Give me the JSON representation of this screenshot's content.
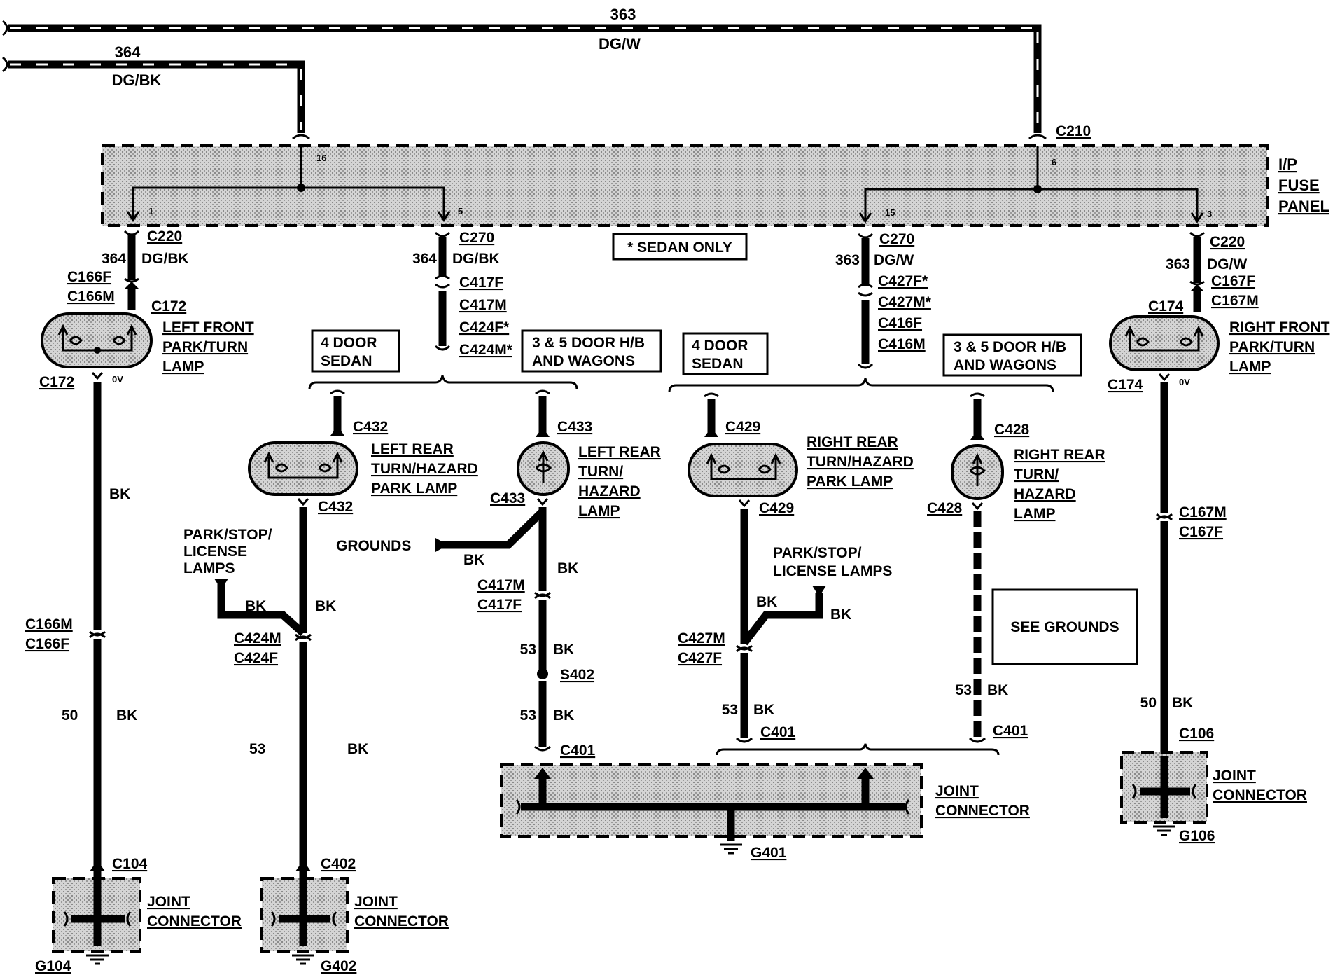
{
  "feed_wires": {
    "w363": {
      "circuit": "363",
      "color": "DG/W"
    },
    "w364": {
      "circuit": "364",
      "color": "DG/BK"
    }
  },
  "fuse_panel": {
    "label_line1": "I/P",
    "label_line2": "FUSE",
    "label_line3": "PANEL",
    "connector_top_right": "C210",
    "pin_16": "16",
    "pin_6": "6",
    "pin_1": "1",
    "pin_5": "5",
    "pin_15": "15",
    "pin_3": "3"
  },
  "note": "* SEDAN ONLY",
  "left_front": {
    "c220": "C220",
    "circuit": "364",
    "color": "DG/BK",
    "c166f": "C166F",
    "c166m": "C166M",
    "c172_top": "C172",
    "lamp_line1": "LEFT FRONT",
    "lamp_line2": "PARK/TURN",
    "lamp_line3": "LAMP",
    "c172_bottom": "C172",
    "zero_v": "0V",
    "bk1": "BK",
    "c166m_low": "C166M",
    "c166f_low": "C166F",
    "circuit_50": "50",
    "bk2": "BK",
    "c104": "C104",
    "jc_line1": "JOINT",
    "jc_line2": "CONNECTOR",
    "ground": "G104"
  },
  "left_rear_branch": {
    "c270": "C270",
    "circuit": "364",
    "color": "DG/BK",
    "c417f": "C417F",
    "c417m": "C417M",
    "c424f": "C424F*",
    "c424m": "C424M*",
    "sedan_box_line1": "4 DOOR",
    "sedan_box_line2": "SEDAN",
    "wagon_box_line1": "3 & 5 DOOR H/B",
    "wagon_box_line2": "AND WAGONS"
  },
  "left_rear_sedan": {
    "c432_top": "C432",
    "lamp_line1": "LEFT REAR",
    "lamp_line2": "TURN/HAZARD",
    "lamp_line3": "PARK LAMP",
    "c432_bottom": "C432",
    "pstl_line1": "PARK/STOP/",
    "pstl_line2": "LICENSE",
    "pstl_line3": "LAMPS",
    "bk_a": "BK",
    "bk_b": "BK",
    "c424m": "C424M",
    "c424f": "C424F",
    "circuit_53": "53",
    "bk_c": "BK",
    "c402": "C402",
    "jc_line1": "JOINT",
    "jc_line2": "CONNECTOR",
    "ground": "G402"
  },
  "left_rear_wagon": {
    "c433_top": "C433",
    "lamp_line1": "LEFT REAR",
    "lamp_line2": "TURN/",
    "lamp_line3": "HAZARD",
    "lamp_line4": "LAMP",
    "c433_bottom": "C433",
    "grounds": "GROUNDS",
    "bk_a": "BK",
    "bk_b": "BK",
    "c417m": "C417M",
    "c417f": "C417F",
    "circuit_53a": "53",
    "bk_c": "BK",
    "s402": "S402",
    "circuit_53b": "53",
    "bk_d": "BK",
    "c401": "C401"
  },
  "center_joint": {
    "jc_line1": "JOINT",
    "jc_line2": "CONNECTOR",
    "ground": "G401"
  },
  "right_rear_branch": {
    "c270": "C270",
    "circuit": "363",
    "color": "DG/W",
    "c427f": "C427F*",
    "c427m": "C427M*",
    "c416f": "C416F",
    "c416m": "C416M",
    "sedan_box_line1": "4 DOOR",
    "sedan_box_line2": "SEDAN",
    "wagon_box_line1": "3 & 5 DOOR H/B",
    "wagon_box_line2": "AND WAGONS"
  },
  "right_rear_sedan": {
    "c429_top": "C429",
    "lamp_line1": "RIGHT REAR",
    "lamp_line2": "TURN/HAZARD",
    "lamp_line3": "PARK LAMP",
    "c429_bottom": "C429",
    "pstl_line1": "PARK/STOP/",
    "pstl_line2": "LICENSE LAMPS",
    "bk_a": "BK",
    "bk_b": "BK",
    "c427m": "C427M",
    "c427f": "C427F",
    "circuit_53": "53",
    "bk_c": "BK",
    "c401": "C401"
  },
  "right_rear_wagon": {
    "c428_top": "C428",
    "lamp_line1": "RIGHT REAR",
    "lamp_line2": "TURN/",
    "lamp_line3": "HAZARD",
    "lamp_line4": "LAMP",
    "c428_bottom": "C428",
    "see_grounds": "SEE GROUNDS",
    "circuit_53": "53",
    "bk": "BK",
    "c401": "C401"
  },
  "right_front": {
    "c220": "C220",
    "circuit": "363",
    "color": "DG/W",
    "c167f": "C167F",
    "c167m": "C167M",
    "c174_top": "C174",
    "lamp_line1": "RIGHT FRONT",
    "lamp_line2": "PARK/TURN",
    "lamp_line3": "LAMP",
    "c174_bottom": "C174",
    "zero_v": "0V",
    "c167m_low": "C167M",
    "c167f_low": "C167F",
    "circuit_50": "50",
    "bk": "BK",
    "c106": "C106",
    "jc_line1": "JOINT",
    "jc_line2": "CONNECTOR",
    "ground": "G106"
  }
}
